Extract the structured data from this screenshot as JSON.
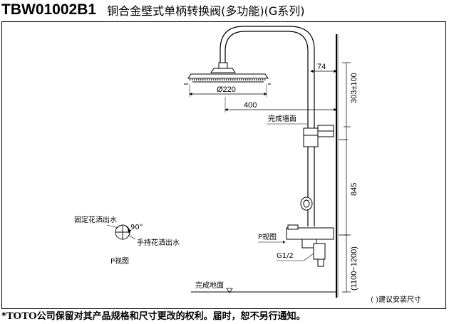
{
  "header": {
    "model": "TBW01002B1",
    "title": "铜合金壁式单柄转换阀(多功能)(G系列)"
  },
  "labels": {
    "finished_wall": "完成墙面",
    "finished_floor": "完成地面",
    "p_view_main": "P视图",
    "p_view_small": "P视图",
    "fixed_shower": "固定花洒出水",
    "hand_shower": "手持花洒出水",
    "angle": "90°",
    "thread": "G1/2",
    "note": "(   )建议安装尺寸"
  },
  "dimensions": {
    "head_diameter": "Ø220",
    "arm_length": "400",
    "offset": "74",
    "top_height": "303±100",
    "riser_height": "845",
    "install_height": "(1100~1200)"
  },
  "footer": {
    "star": "*",
    "brand": "TOTO",
    "text": "公司保留对其产品规格和尺寸更改的权利。届时，恕不另行通知。"
  },
  "colors": {
    "line": "#000000",
    "wall_hatch": "#000000",
    "background": "#ffffff"
  }
}
